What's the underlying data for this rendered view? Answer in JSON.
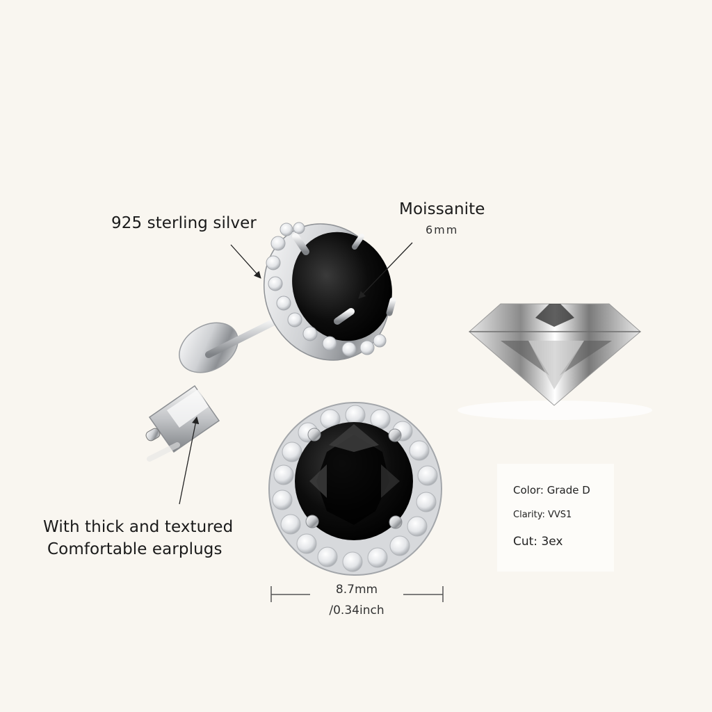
{
  "callouts": {
    "material": "925 sterling silver",
    "stone_name": "Moissanite",
    "stone_size": "6mm",
    "earplug_line1": "With thick and textured",
    "earplug_line2": "Comfortable earplugs"
  },
  "dimensions": {
    "width_mm": "8.7mm",
    "width_inch": "/0.34inch"
  },
  "specs": {
    "color": "Color: Grade D",
    "clarity": "Clarity: VVS1",
    "cut": "Cut: 3ex"
  },
  "colors": {
    "background": "#f9f6f0",
    "stone": "#0b0b0b",
    "silver": "#d9dadc",
    "text": "#1a1a1a"
  }
}
